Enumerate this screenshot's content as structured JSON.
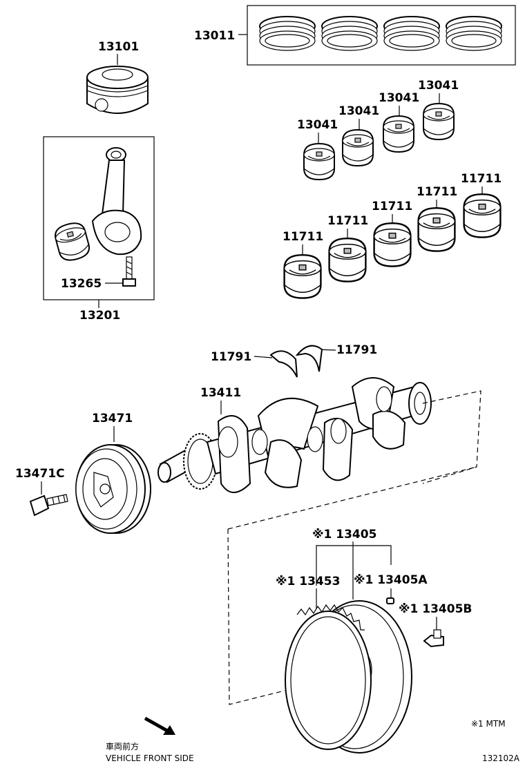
{
  "parts": {
    "piston_rings": "13011",
    "piston": "13101",
    "conrod_assembly": "13201",
    "conrod_bolt": "13265",
    "conrod_bearing_1": "13041",
    "conrod_bearing_2": "13041",
    "conrod_bearing_3": "13041",
    "conrod_bearing_4": "13041",
    "main_bearing_1": "11711",
    "main_bearing_2": "11711",
    "main_bearing_3": "11711",
    "main_bearing_4": "11711",
    "main_bearing_5": "11711",
    "thrust_washer_left": "11791",
    "thrust_washer_right": "11791",
    "crankshaft": "13411",
    "crank_pulley": "13471",
    "pulley_bolt": "13471C",
    "flywheel": "※1 13405",
    "ring_gear": "※1 13453",
    "flywheel_pin": "※1 13405A",
    "flywheel_bolt": "※1 13405B"
  },
  "notes": {
    "mtm": "※1 MTM",
    "front_jp": "車両前方",
    "front_en": "VEHICLE FRONT SIDE",
    "diagram_number": "132102A"
  }
}
